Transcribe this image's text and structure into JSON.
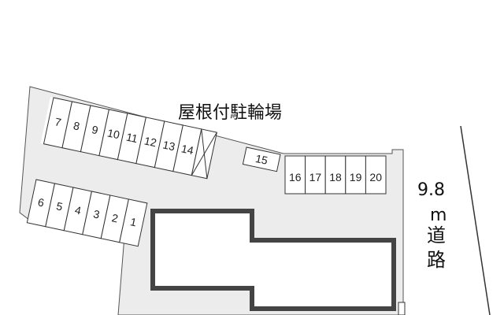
{
  "map": {
    "bicycle_parking_label": "屋根付駐輪場",
    "road_width_number": "9.8",
    "road_width_unit": "m",
    "road_label_1": "道",
    "road_label_2": "路"
  },
  "parking_spaces": {
    "row_top_left": [
      "7",
      "8",
      "9",
      "10",
      "11",
      "12",
      "13",
      "14"
    ],
    "row_bottom_left": [
      "6",
      "5",
      "4",
      "3",
      "2",
      "1"
    ],
    "single_space": "15",
    "row_right": [
      "16",
      "17",
      "18",
      "19",
      "20"
    ]
  },
  "colors": {
    "lot_fill": "#ececec",
    "building_outline": "#444444",
    "line": "#333333"
  }
}
